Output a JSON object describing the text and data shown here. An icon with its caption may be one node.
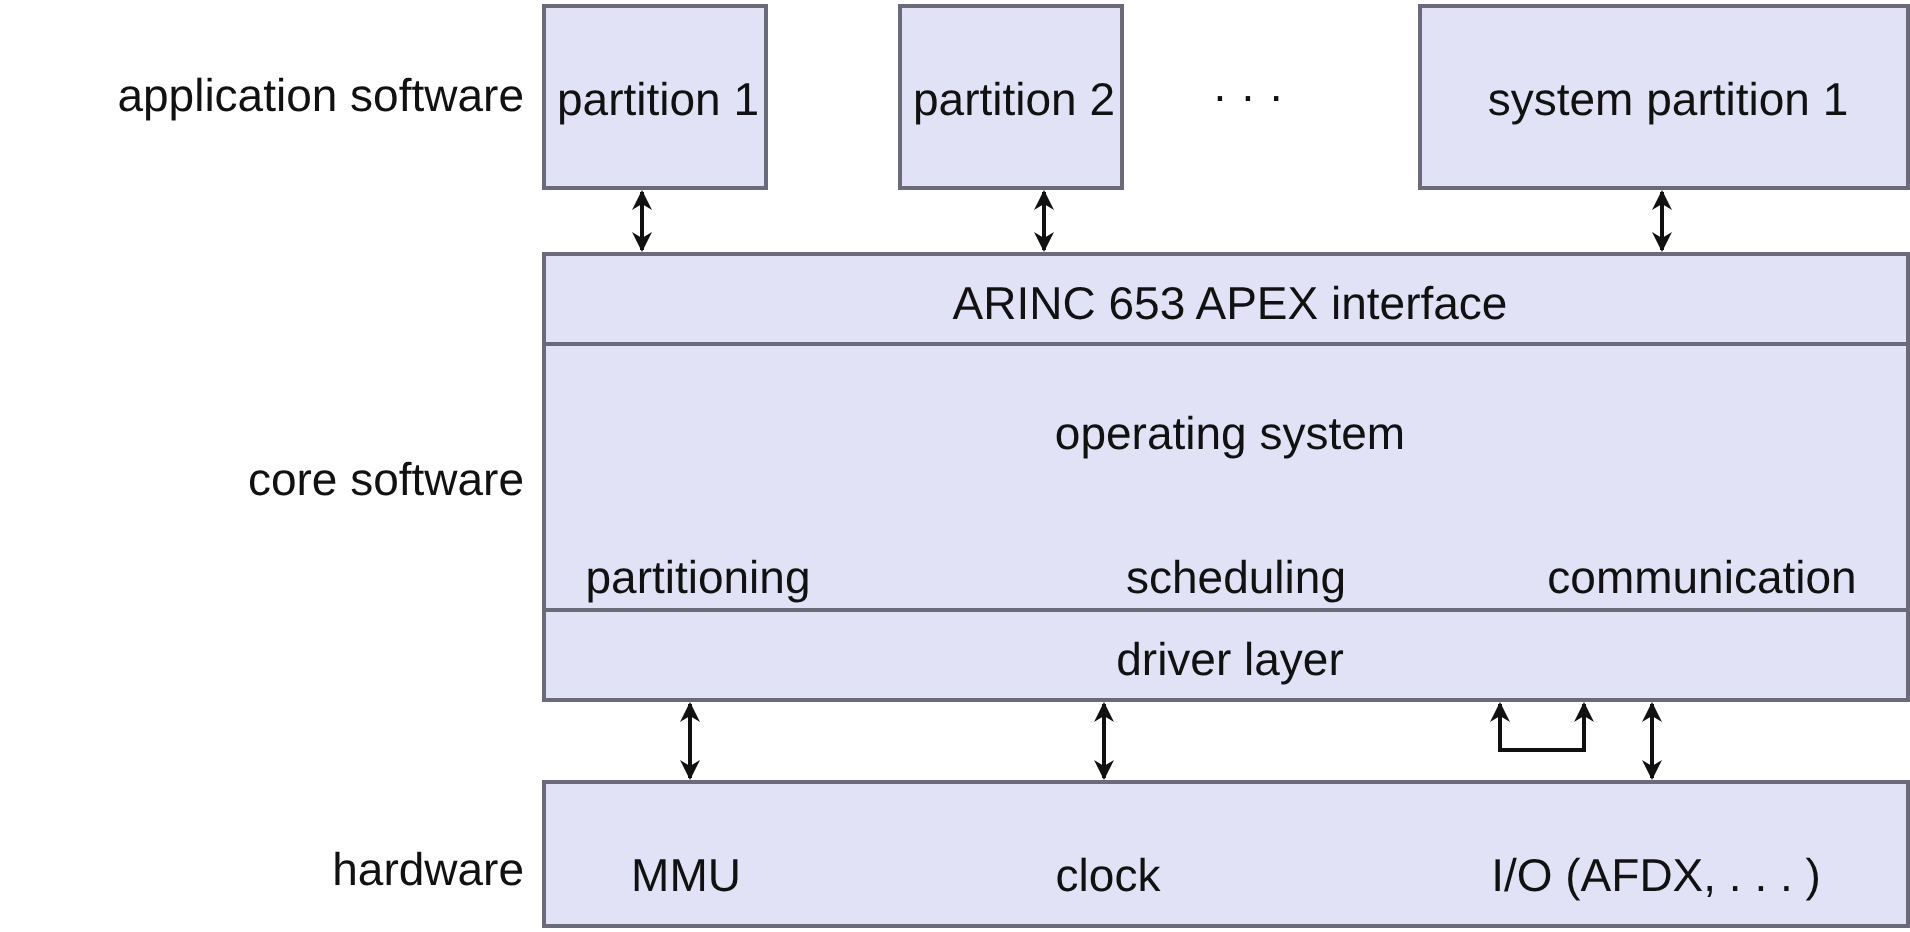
{
  "diagram": {
    "nodes": [
      {
        "text": [
          "partition 1"
        ]
      },
      {
        "text": [
          "partition 2"
        ]
      },
      {
        "text": [
          "system partition 1"
        ]
      },
      {
        "text": [
          "ARINC 653 APEX interface"
        ]
      },
      {
        "text": [
          "operating system",
          "partitioning",
          "scheduling",
          "communication"
        ]
      },
      {
        "text": [
          "driver layer"
        ]
      },
      {
        "text": [
          "MMU",
          "clock",
          "I/O (AFDX, . . . )"
        ]
      }
    ],
    "edges": [
      {
        "from": 0,
        "to": 3,
        "arrow": "both"
      },
      {
        "from": 1,
        "to": 3,
        "arrow": "both"
      },
      {
        "from": 2,
        "to": 3,
        "arrow": "both"
      },
      {
        "from": 5,
        "to": 6,
        "arrow": "both"
      },
      {
        "from": 5,
        "to": 6,
        "arrow": "both"
      },
      {
        "from": 5,
        "to": 5,
        "arrow": "both"
      },
      {
        "from": 5,
        "to": 6,
        "arrow": "both"
      }
    ],
    "labels": [
      "application software",
      "· · ·",
      "core software",
      "hardware"
    ]
  }
}
